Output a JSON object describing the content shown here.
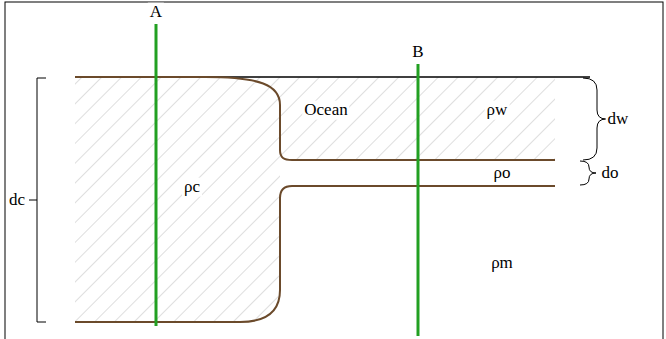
{
  "diagram": {
    "labels": [
      "A",
      "B",
      "Ocean",
      "ρw",
      "dw",
      "ρo",
      "do",
      "dc",
      "ρc",
      "ρm"
    ]
  }
}
